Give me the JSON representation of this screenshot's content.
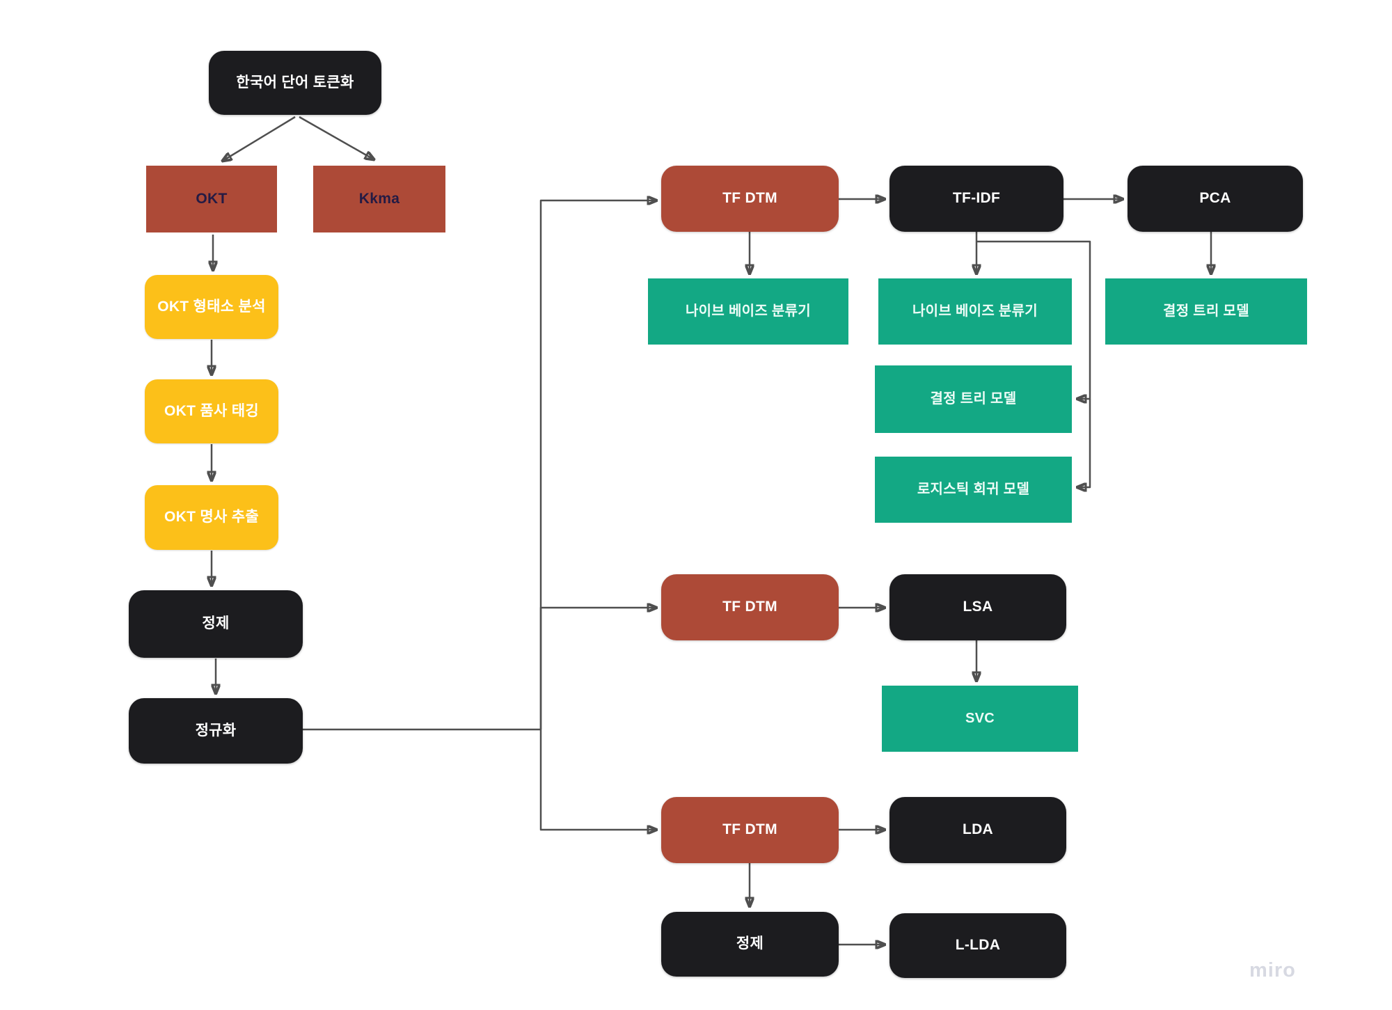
{
  "canvas": {
    "background": "#ffffff"
  },
  "watermark": {
    "label": "miro",
    "color": "#d7d9e2"
  },
  "colors": {
    "black_node": "#1c1c1f",
    "brick_node": "#ad4a37",
    "yellow_node": "#fcc019",
    "teal_node": "#13a884",
    "brick_node_text": "#241b44",
    "connector": "#4f4f4f"
  },
  "nodes": {
    "tokenization": {
      "label": "한국어 단어 토큰화"
    },
    "okt": {
      "label": "OKT"
    },
    "kkma": {
      "label": "Kkma"
    },
    "okt_morph": {
      "label": "OKT 형태소 분석"
    },
    "okt_pos": {
      "label": "OKT 품사 태깅"
    },
    "okt_noun": {
      "label": "OKT 명사 추출"
    },
    "refine_1": {
      "label": "정제"
    },
    "normalize": {
      "label": "정규화"
    },
    "tf_dtm_1": {
      "label": "TF DTM"
    },
    "tf_idf": {
      "label": "TF-IDF"
    },
    "pca": {
      "label": "PCA"
    },
    "naive_bayes_1": {
      "label": "나이브 베이즈 분류기"
    },
    "naive_bayes_2": {
      "label": "나이브 베이즈 분류기"
    },
    "decision_tree_pca": {
      "label": "결정 트리 모델"
    },
    "decision_tree_tfidf": {
      "label": "결정 트리 모델"
    },
    "logistic_regression": {
      "label": "로지스틱 회귀 모델"
    },
    "tf_dtm_2": {
      "label": "TF DTM"
    },
    "lsa": {
      "label": "LSA"
    },
    "svc": {
      "label": "SVC"
    },
    "tf_dtm_3": {
      "label": "TF DTM"
    },
    "lda": {
      "label": "LDA"
    },
    "refine_2": {
      "label": "정제"
    },
    "l_lda": {
      "label": "L-LDA"
    }
  }
}
